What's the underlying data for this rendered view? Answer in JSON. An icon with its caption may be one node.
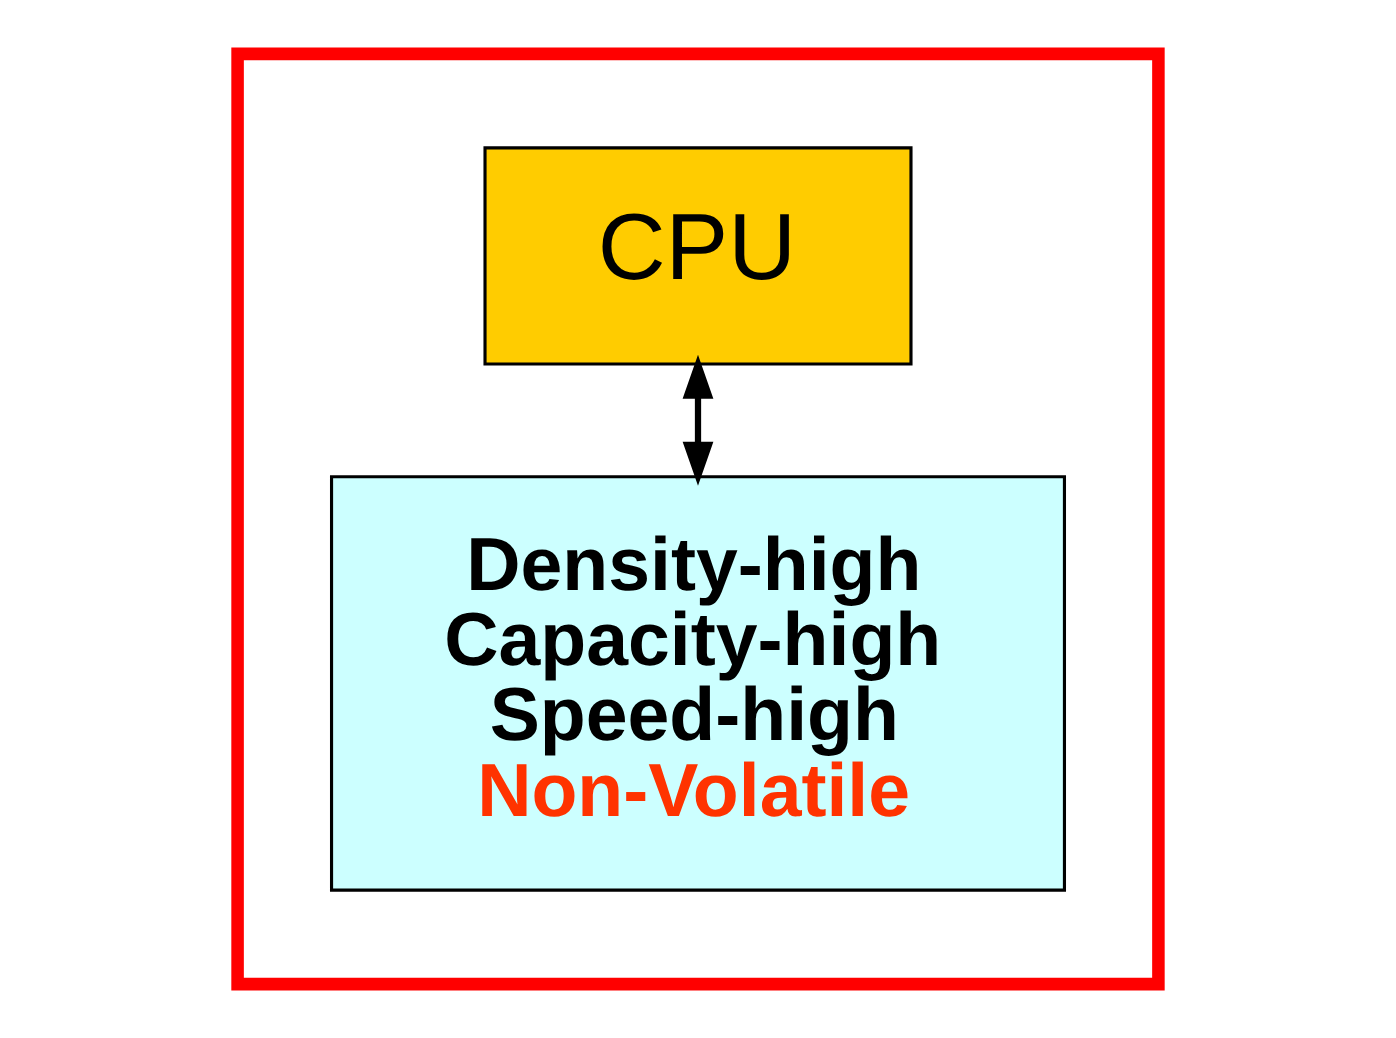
{
  "diagram": {
    "nodes": [
      {
        "text": [],
        "shape": "box"
      },
      {
        "text": [
          "CPU"
        ],
        "in": 0
      },
      {
        "text": [
          "Density-high",
          "Capacity-high",
          "Speed-high",
          "Non-Volatile"
        ],
        "in": 0
      }
    ],
    "edges": [
      {
        "from": 1,
        "to": 2,
        "arrow": "both"
      }
    ]
  }
}
